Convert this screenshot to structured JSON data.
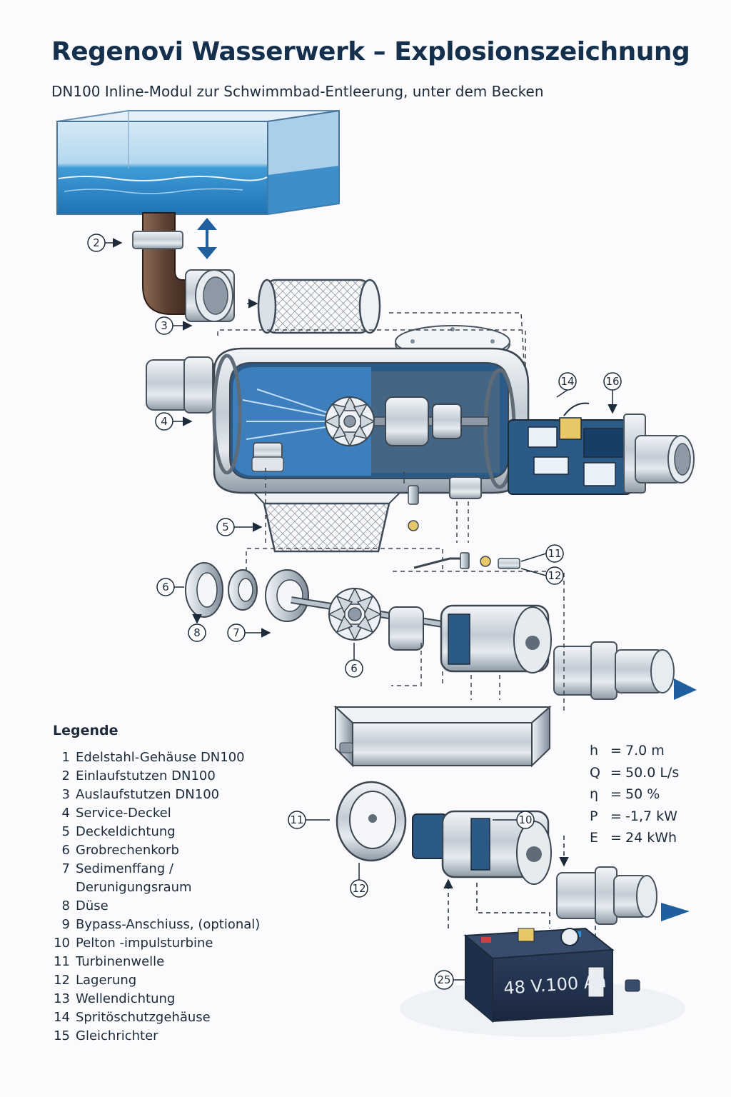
{
  "title": "Regenovi Wasserwerk – Explosionszeichnung",
  "subtitle": "DN100 Inline-Modul zur Schwimmbad-Entleerung, unter dem Becken",
  "callouts": {
    "c2": "2",
    "c3": "3",
    "c4": "4",
    "c5": "5",
    "c6a": "6",
    "c8": "8",
    "c7": "7",
    "c6b": "6",
    "c11a": "11",
    "c12a": "12",
    "c14": "14",
    "c16": "16",
    "c11b": "11",
    "c10": "10",
    "c12b": "12",
    "c25": "25"
  },
  "battery_label": "48 V.100 Ah",
  "legend": {
    "heading": "Legende",
    "items": [
      {
        "num": "1",
        "text": "Edelstahl-Gehäuse DN100"
      },
      {
        "num": "2",
        "text": "Einlaufstutzen DN100"
      },
      {
        "num": "3",
        "text": "Auslaufstutzen DN100"
      },
      {
        "num": "4",
        "text": "Service-Deckel"
      },
      {
        "num": "5",
        "text": "Deckeldichtung"
      },
      {
        "num": "6",
        "text": "Grobrechenkorb"
      },
      {
        "num": "7",
        "text": "Sedimenffang / Derunigungsraum"
      },
      {
        "num": "8",
        "text": "Düse"
      },
      {
        "num": "9",
        "text": "Bypass-Anschiuss, (optional)"
      },
      {
        "num": "10",
        "text": "Pelton -impulsturbine"
      },
      {
        "num": "11",
        "text": "Turbinenwelle"
      },
      {
        "num": "12",
        "text": "Lagerung"
      },
      {
        "num": "13",
        "text": "Wellendichtung"
      },
      {
        "num": "14",
        "text": "Spritöschutzgehäuse"
      },
      {
        "num": "15",
        "text": "Gleichrichter"
      }
    ]
  },
  "specs": [
    {
      "key": "h",
      "value": "7.0 m"
    },
    {
      "key": "Q",
      "value": "50.0 L/s"
    },
    {
      "key": "η",
      "value": "50 %"
    },
    {
      "key": "P",
      "value": "-1,7 kW"
    },
    {
      "key": "E",
      "value": "24 kWh"
    }
  ],
  "colors": {
    "ink": "#1c2a3a",
    "title": "#14304d",
    "water": "#2f8fcf",
    "accent_blue": "#1f5f9e",
    "steel": "#c9d3dc"
  },
  "icons": [
    "pool-basin-icon",
    "flow-arrow-icon",
    "battery-icon"
  ]
}
